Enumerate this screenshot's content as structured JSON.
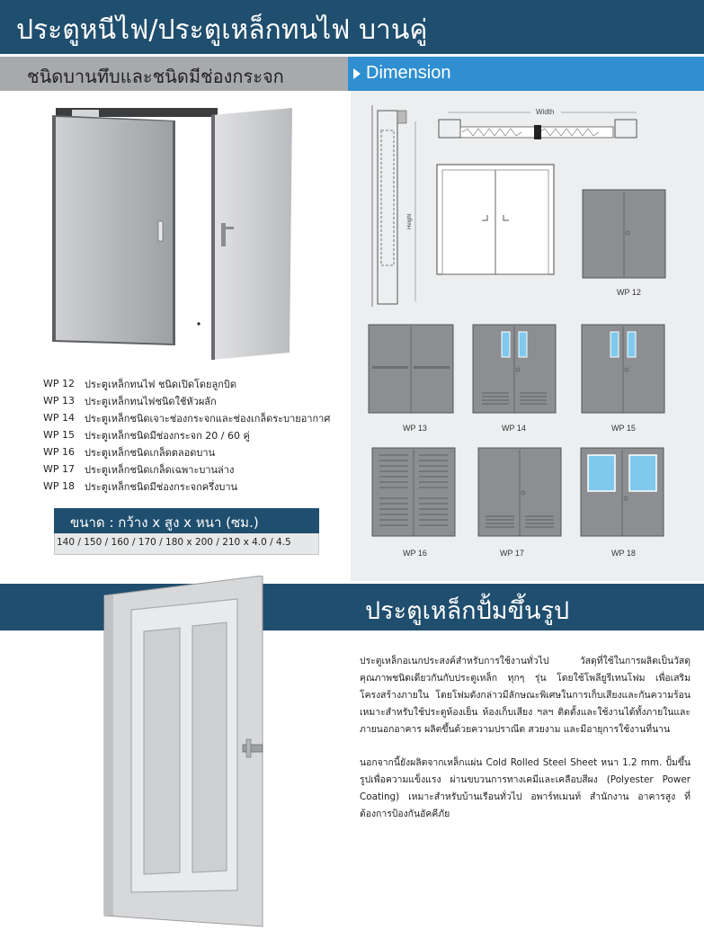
{
  "header": {
    "title": "ประตูหนีไฟ/ประตูเหล็กทนไฟ บานคู่"
  },
  "subheader": {
    "left": "ชนิดบานทึบและชนิดมีช่องกระจก",
    "right": "Dimension"
  },
  "models": [
    {
      "code": "WP 12",
      "desc": "ประตูเหล็กทนไฟ ชนิดเปิดโดยลูกบิด"
    },
    {
      "code": "WP 13",
      "desc": "ประตูเหล็กทนไฟชนิดใช้หัวผลัก"
    },
    {
      "code": "WP 14",
      "desc": "ประตูเหล็กชนิดเจาะช่องกระจกและช่องเกล็ดระบายอากาศ"
    },
    {
      "code": "WP 15",
      "desc": "ประตูเหล็กชนิดมีช่องกระจก 20 / 60 คู่"
    },
    {
      "code": "WP 16",
      "desc": "ประตูเหล็กชนิดเกล็ดตลอดบาน"
    },
    {
      "code": "WP 17",
      "desc": "ประตูเหล็กชนิดเกล็ดเฉพาะบานล่าง"
    },
    {
      "code": "WP 18",
      "desc": "ประตูเหล็กชนิดมีช่องกระจกครึ่งบาน"
    }
  ],
  "size": {
    "label": "ขนาด : กว้าง x สูง x หนา (ซม.)",
    "values": "140 / 150 / 160 / 170 / 180 x 200 / 210 x 4.0 / 4.5"
  },
  "dimension": {
    "width_label": "Width",
    "height_label": "Height",
    "door_labels": [
      "WP 12",
      "WP 13",
      "WP 14",
      "WP 15",
      "WP 16",
      "WP 17",
      "WP 18"
    ]
  },
  "section2": {
    "title": "ประตูเหล็กปั้มขึ้นรูป",
    "para1": "ประตูเหล็กอเนกประสงค์สำหรับการใช้งานทั่วไป วัสดุที่ใช้ในการผลิตเป็นวัสดุคุณภาพชนิดเดียวกันกับประตูเหล็ก ทุกๆ รุ่น โดยใช้โพลียูรีเทนโฟม เพื่อเสริมโครงสร้างภายใน โดยโฟมดังกล่าวมีลักษณะพิเศษในการเก็บเสียงและกันความร้อน เหมาะสำหรับใช้ประตูห้องเย็น ห้องเก็บเสียง ฯลฯ ติดตั้งและใช้งานได้ทั้งภายในและภายนอกอาคาร ผลิตขึ้นด้วยความปราณีต สวยงาม และมีอายุการใช้งานที่นาน",
    "para2": "นอกจากนี้ยังผลิตจากเหล็กแผ่น Cold Rolled Steel Sheet หนา 1.2 mm. ปั้มขึ้นรูปเพื่อความแข็งแรง ผ่านขบวนการทางเคมีและเคลือบสีผง (Polyester Power Coating) เหมาะสำหรับบ้านเรือนทั่วไป อพาร์ทเมนท์ สำนักงาน อาคารสูง ที่ต้องการป้องกันอัคคีภัย"
  },
  "colors": {
    "navy": "#1f4e6e",
    "accent_blue": "#2f8fd0",
    "gray": "#a7a9ac",
    "door_gray": "#8c8e91",
    "glass": "#7fc9ec"
  }
}
